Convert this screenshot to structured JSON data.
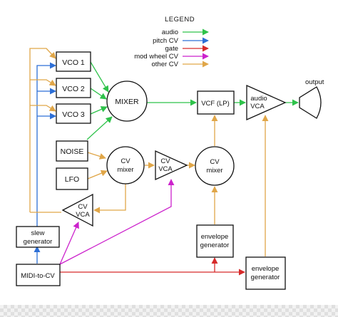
{
  "legend": {
    "title": "LEGEND",
    "items": [
      {
        "label": "audio",
        "color": "#2ec24a"
      },
      {
        "label": "pitch CV",
        "color": "#2d6fd6"
      },
      {
        "label": "gate",
        "color": "#d62a2a"
      },
      {
        "label": "mod wheel CV",
        "color": "#cc22cc"
      },
      {
        "label": "other CV",
        "color": "#e0a648"
      }
    ]
  },
  "blocks": {
    "vco1": "VCO 1",
    "vco2": "VCO 2",
    "vco3": "VCO 3",
    "noise": "NOISE",
    "lfo": "LFO",
    "mixer": "MIXER",
    "cv_mixer_1": [
      "CV",
      "mixer"
    ],
    "cv_vca_mid": [
      "CV",
      "VCA"
    ],
    "cv_mixer_2": [
      "CV",
      "mixer"
    ],
    "cv_vca_left": [
      "CV",
      "VCA"
    ],
    "vcf": "VCF (LP)",
    "audio_vca": [
      "audio",
      "VCA"
    ],
    "output": "output",
    "slew": [
      "slew",
      "generator"
    ],
    "midi": "MIDI-to-CV",
    "env_gen_1": [
      "envelope",
      "generator"
    ],
    "env_gen_2": [
      "envelope",
      "generator"
    ]
  }
}
